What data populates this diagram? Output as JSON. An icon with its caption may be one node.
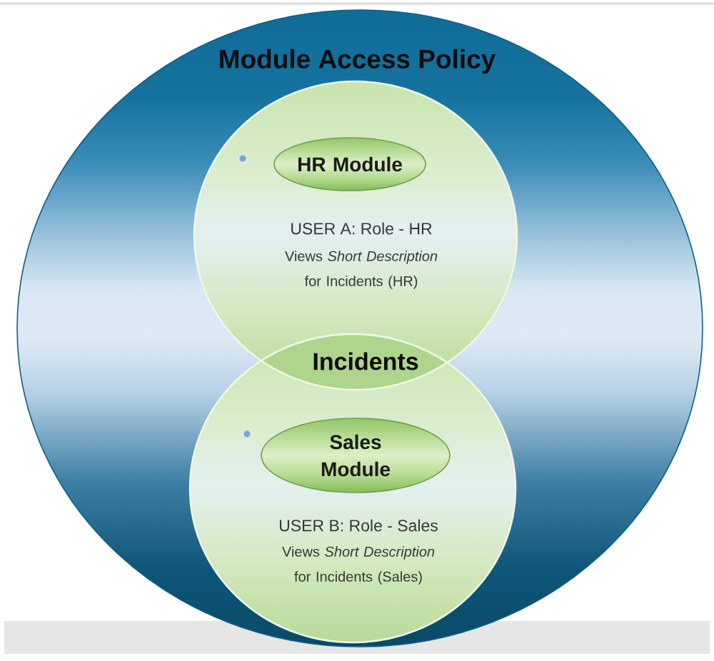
{
  "diagram": {
    "nodes": [
      {
        "text": [
          "Module Access Policy"
        ]
      },
      {
        "text": [
          "USER A: Role - HR",
          "Views *Short Description* for Incidents (HR)"
        ],
        "in": 0
      },
      {
        "text": [
          "HR Module"
        ],
        "in": 1
      },
      {
        "text": [
          "USER B: Role - Sales",
          "Views *Short Description* for Incidents (Sales)"
        ],
        "in": 0
      },
      {
        "text": [
          "Sales Module"
        ],
        "in": 3
      }
    ],
    "labels": [
      "Incidents"
    ]
  }
}
